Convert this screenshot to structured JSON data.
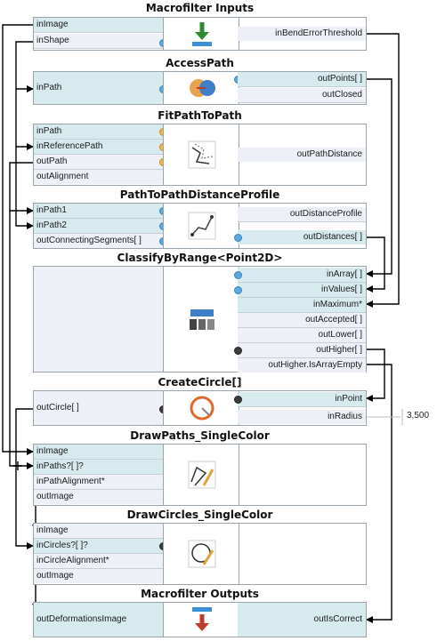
{
  "blocks": {
    "inputs": {
      "title": "Macrofilter Inputs",
      "in": [
        "inImage",
        "inShape"
      ],
      "out": [
        "inBendErrorThreshold"
      ]
    },
    "access": {
      "title": "AccessPath",
      "in": [
        "inPath"
      ],
      "out": [
        "outPoints[ ]",
        "outClosed"
      ]
    },
    "fit": {
      "title": "FitPathToPath",
      "in": [
        "inPath",
        "inReferencePath",
        "outPath",
        "outAlignment"
      ],
      "out": [
        "outPathDistance"
      ]
    },
    "dist": {
      "title": "PathToPathDistanceProfile",
      "in": [
        "inPath1",
        "inPath2",
        "outConnectingSegments[ ]"
      ],
      "out": [
        "outDistanceProfile",
        "outDistances[ ]"
      ]
    },
    "classify": {
      "title": "ClassifyByRange<Point2D>",
      "out": [
        "inArray[ ]",
        "inValues[ ]",
        "inMaximum*",
        "outAccepted[ ]",
        "outLower[ ]",
        "outHigher[ ]",
        "outHigher.IsArrayEmpty"
      ]
    },
    "circle": {
      "title": "CreateCircle[]",
      "in": [
        "outCircle[ ]"
      ],
      "out": [
        "inPoint",
        "inRadius"
      ],
      "radius_value": "3,500"
    },
    "drawpaths": {
      "title": "DrawPaths_SingleColor",
      "in": [
        "inImage",
        "inPaths?[ ]?",
        "inPathAlignment*",
        "outImage"
      ]
    },
    "drawcircles": {
      "title": "DrawCircles_SingleColor",
      "in": [
        "inImage",
        "inCircles?[ ]?",
        "inCircleAlignment*",
        "outImage"
      ]
    },
    "outputs": {
      "title": "Macrofilter Outputs",
      "in": [
        "outDeformationsImage"
      ],
      "out": [
        "outIsCorrect"
      ]
    }
  },
  "icons": {
    "inputs": "download-arrow-icon",
    "access": "access-path-icon",
    "fit": "fit-path-icon",
    "dist": "distance-profile-icon",
    "classify": "classify-icon",
    "circle": "circle-icon",
    "drawpaths": "draw-path-icon",
    "drawcircles": "draw-circle-icon",
    "outputs": "upload-arrow-icon"
  },
  "colors": {
    "connected_port": "#d7ebef",
    "port": "#edf1f7",
    "wire": "#000000",
    "border": "#9aa4ac"
  }
}
